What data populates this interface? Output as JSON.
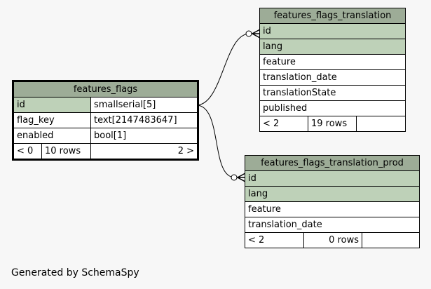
{
  "tables": {
    "main": {
      "name": "features_flags",
      "columns": [
        {
          "name": "id",
          "type": "smallserial[5]"
        },
        {
          "name": "flag_key",
          "type": "text[2147483647]"
        },
        {
          "name": "enabled",
          "type": "bool[1]"
        }
      ],
      "footer": {
        "parents": "< 0",
        "rows": "10 rows",
        "children": "2 >"
      }
    },
    "translation": {
      "name": "features_flags_translation",
      "columns": [
        "id",
        "lang",
        "feature",
        "translation_date",
        "translationState",
        "published"
      ],
      "footer": {
        "parents": "< 2",
        "rows": "19 rows",
        "children": ""
      }
    },
    "translation_prod": {
      "name": "features_flags_translation_prod",
      "columns": [
        "id",
        "lang",
        "feature",
        "translation_date"
      ],
      "footer": {
        "parents": "< 2",
        "rows": "0 rows",
        "children": ""
      }
    }
  },
  "generated_by": "Generated by SchemaSpy",
  "colors": {
    "header": "#9dac97",
    "key_column": "#bed1b8",
    "background": "#f7f7f7"
  }
}
